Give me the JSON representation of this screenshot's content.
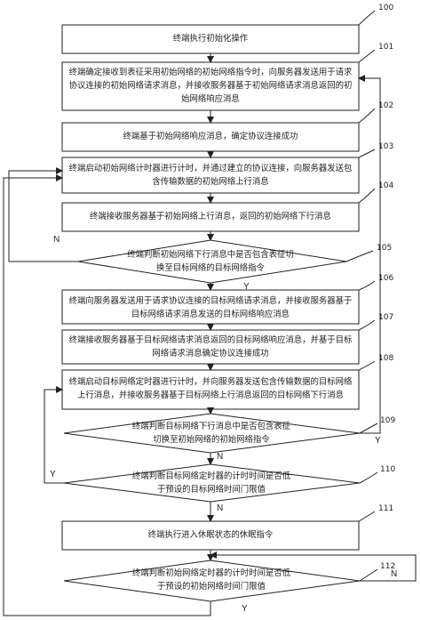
{
  "steps": [
    {
      "num": "100",
      "text": "终端执行初始化操作"
    },
    {
      "num": "101",
      "text": "终端确定接收到表征采用初始网络的初始网络指令时，向服务器发送用于请求协议连接的初始网络请求消息，并接收服务器基于初始网络请求消息返回的初始网络响应消息"
    },
    {
      "num": "102",
      "text": "终端基于初始网络响应消息，确定协议连接成功"
    },
    {
      "num": "103",
      "text": "终端启动初始网络计时器进行计时，并通过建立的协议连接，向服务器发送包含传输数据的初始网络上行消息"
    },
    {
      "num": "104",
      "text": "终端接收服务器基于初始网络上行消息，返回的初始网络下行消息"
    },
    {
      "num": "105",
      "text": "终端判断初始网络下行消息中是否包含表征切换至目标网络的目标网络指令"
    },
    {
      "num": "106",
      "text": "终端向服务器发送用于请求协议连接的目标网络请求消息，并接收服务器基于目标网络请求消息发送的目标网络响应消息"
    },
    {
      "num": "107",
      "text": "终端接收服务器基于目标网络请求消息返回的目标网络响应消息，并基于目标网络请求消息确定协议连接成功"
    },
    {
      "num": "108",
      "text": "终端启动目标网络定时器进行计时，并向服务器发送包含传输数据的目标网络上行消息，并接收服务器基于目标网络上行消息返回的目标网络下行消息"
    },
    {
      "num": "109",
      "text": "终端判断目标网络下行消息中是否包含表征切换至初始网络的初始网络指令"
    },
    {
      "num": "110",
      "text": "终端判断目标网络定时器的计时时间是否低于预设的目标网络时间门限值"
    },
    {
      "num": "111",
      "text": "终端执行进入休眠状态的休眠指令"
    },
    {
      "num": "112",
      "text": "终端判断初始网络定时器的计时时间是否低于预设的初始网络时间门限值"
    }
  ],
  "branch_labels": {
    "d105_no": "N",
    "d105_yes": "Y",
    "d109_yes": "Y",
    "d109_no": "N",
    "d110_yes": "Y",
    "d110_no": "N",
    "d112_no": "N",
    "d112_yes": "Y"
  }
}
